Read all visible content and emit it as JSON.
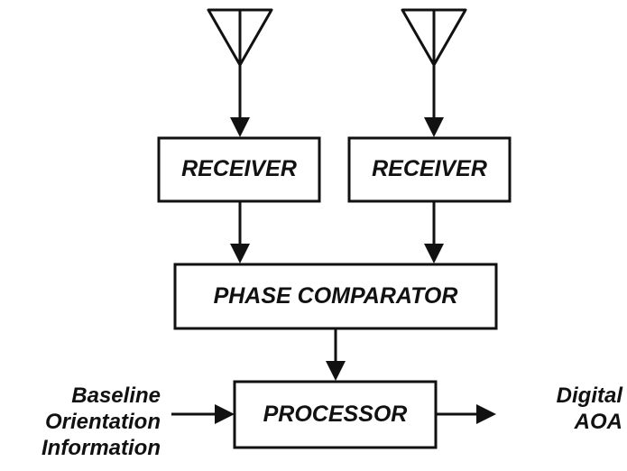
{
  "blocks": {
    "receiver_left": "RECEIVER",
    "receiver_right": "RECEIVER",
    "phase_comparator": "PHASE COMPARATOR",
    "processor": "PROCESSOR"
  },
  "input_label": [
    "Baseline",
    "Orientation",
    "Information"
  ],
  "output_label": [
    "Digital",
    "AOA"
  ],
  "colors": {
    "ink": "#111111",
    "background": "#ffffff"
  }
}
